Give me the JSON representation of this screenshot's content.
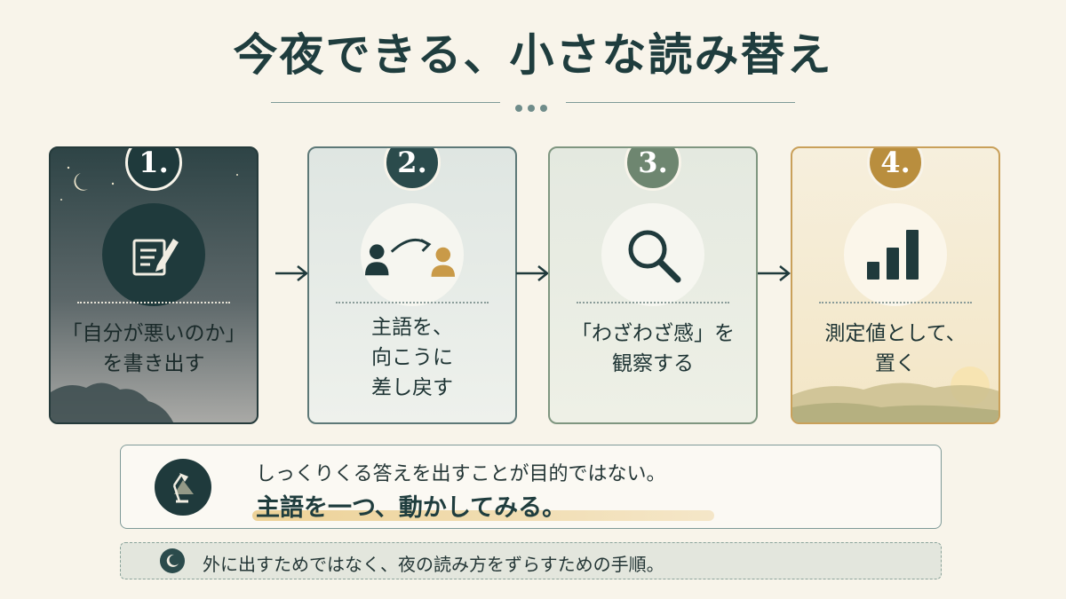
{
  "title": "今夜できる、小さな読み替え",
  "steps": [
    {
      "number": "1.",
      "icon": "note-pencil-icon",
      "lines": [
        "「自分が悪いのか」",
        "を書き出す"
      ],
      "accent": "#1f3a3c"
    },
    {
      "number": "2.",
      "icon": "subject-shift-icon",
      "lines": [
        "主語を、",
        "向こうに",
        "差し戻す"
      ],
      "accent": "#2b4b4c"
    },
    {
      "number": "3.",
      "icon": "magnifier-icon",
      "lines": [
        "「わざわざ感」を",
        "観察する"
      ],
      "accent": "#6e8670"
    },
    {
      "number": "4.",
      "icon": "bar-chart-icon",
      "lines": [
        "測定値として、",
        "置く"
      ],
      "accent": "#b98e3e"
    }
  ],
  "message": {
    "line1": "しっくりくる答えを出すことが目的ではない。",
    "line2": "主語を一つ、動かしてみる。",
    "icon": "desk-lamp-icon"
  },
  "note": {
    "text": "外に出すためではなく、夜の読み方をずらすための手順。",
    "icon": "moon-icon"
  }
}
